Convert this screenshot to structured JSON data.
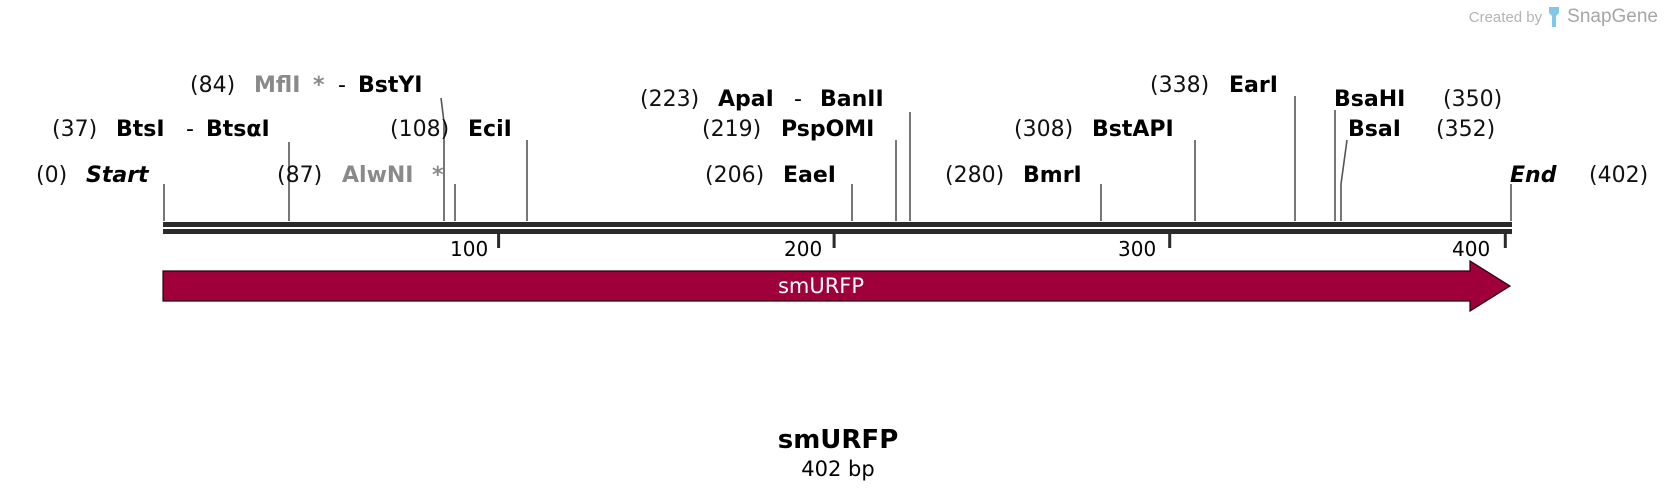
{
  "credit": {
    "prefix": "Created by",
    "brand": "SnapGene",
    "logo_icon": "snapgene-logo-icon"
  },
  "sequence": {
    "name": "smURFP",
    "length_label": "402 bp",
    "length": 402
  },
  "ends": {
    "start": {
      "pos": "(0)",
      "label": "Start"
    },
    "end": {
      "pos": "(402)",
      "label": "End"
    }
  },
  "ruler": {
    "ticks": [
      {
        "value": 100,
        "label": "100"
      },
      {
        "value": 200,
        "label": "200"
      },
      {
        "value": 300,
        "label": "300"
      },
      {
        "value": 400,
        "label": "400"
      }
    ]
  },
  "feature": {
    "label": "smURFP",
    "start": 0,
    "end": 402,
    "color": "#a0003a"
  },
  "sites": [
    {
      "pos": "(37)",
      "cut": 37,
      "names": [
        "BtsI",
        "BtsαI"
      ],
      "gray": false
    },
    {
      "pos": "(84)",
      "cut": 84,
      "names": [
        "MflI",
        "BstYI"
      ],
      "gray_first": true
    },
    {
      "pos": "(87)",
      "cut": 87,
      "names": [
        "AlwNI"
      ],
      "gray": true
    },
    {
      "pos": "(108)",
      "cut": 108,
      "names": [
        "EciI"
      ]
    },
    {
      "pos": "(206)",
      "cut": 206,
      "names": [
        "EaeI"
      ]
    },
    {
      "pos": "(219)",
      "cut": 219,
      "names": [
        "PspOMI"
      ]
    },
    {
      "pos": "(223)",
      "cut": 223,
      "names": [
        "ApaI",
        "BanII"
      ]
    },
    {
      "pos": "(280)",
      "cut": 280,
      "names": [
        "BmrI"
      ]
    },
    {
      "pos": "(308)",
      "cut": 308,
      "names": [
        "BstAPI"
      ]
    },
    {
      "pos": "(338)",
      "cut": 338,
      "names": [
        "EarI"
      ]
    },
    {
      "pos": "(350)",
      "cut": 350,
      "names": [
        "BsaHI"
      ]
    },
    {
      "pos": "(352)",
      "cut": 352,
      "names": [
        "BsaI"
      ]
    }
  ],
  "symbols": {
    "separator": "-",
    "star": "*"
  }
}
